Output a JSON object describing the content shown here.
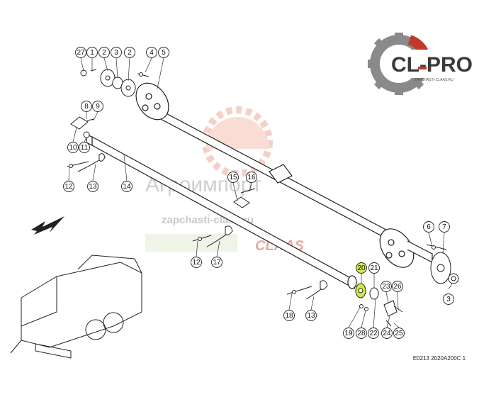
{
  "watermark": {
    "brand": "Агроимпорт",
    "site": "zapchasti-claas.ru",
    "claas": "CLAAS"
  },
  "logo": {
    "main": "CL-PRO",
    "sub": "ZAPCHASTI-CLAAS.RU"
  },
  "reference": "E0213 2020A200C 1",
  "colors": {
    "highlight": "#d4e84a",
    "gear_red": "#c0392b",
    "logo_gray": "#8a8a8a"
  },
  "parts": [
    {
      "num": "27",
      "highlighted": false
    },
    {
      "num": "1",
      "highlighted": false
    },
    {
      "num": "2",
      "highlighted": false
    },
    {
      "num": "3",
      "highlighted": false
    },
    {
      "num": "2",
      "highlighted": false
    },
    {
      "num": "4",
      "highlighted": false
    },
    {
      "num": "5",
      "highlighted": false
    },
    {
      "num": "8",
      "highlighted": false
    },
    {
      "num": "9",
      "highlighted": false
    },
    {
      "num": "10",
      "highlighted": false
    },
    {
      "num": "11",
      "highlighted": false
    },
    {
      "num": "12",
      "highlighted": false
    },
    {
      "num": "13",
      "highlighted": false
    },
    {
      "num": "14",
      "highlighted": false
    },
    {
      "num": "15",
      "highlighted": false
    },
    {
      "num": "16",
      "highlighted": false
    },
    {
      "num": "12",
      "highlighted": false
    },
    {
      "num": "17",
      "highlighted": false
    },
    {
      "num": "6",
      "highlighted": false
    },
    {
      "num": "7",
      "highlighted": false
    },
    {
      "num": "3",
      "highlighted": false
    },
    {
      "num": "20",
      "highlighted": true
    },
    {
      "num": "21",
      "highlighted": false
    },
    {
      "num": "23",
      "highlighted": false
    },
    {
      "num": "26",
      "highlighted": false
    },
    {
      "num": "18",
      "highlighted": false
    },
    {
      "num": "13",
      "highlighted": false
    },
    {
      "num": "19",
      "highlighted": false
    },
    {
      "num": "28",
      "highlighted": false
    },
    {
      "num": "22",
      "highlighted": false
    },
    {
      "num": "24",
      "highlighted": false
    },
    {
      "num": "25",
      "highlighted": false
    }
  ]
}
